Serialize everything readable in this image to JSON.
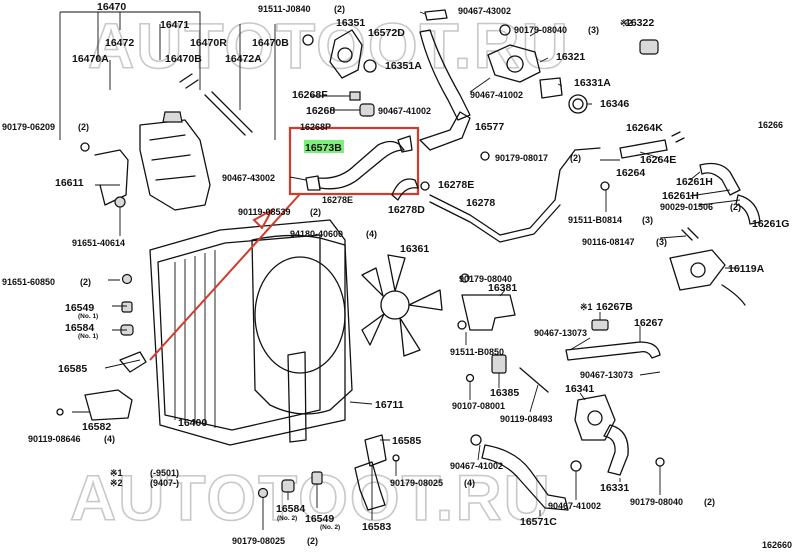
{
  "watermark": {
    "top": "AUTOTOOT.RU",
    "bottom": "AUTOTOOT.RU"
  },
  "highlight_color": "#7cf07a",
  "callout_color": "#d33a2c",
  "labels": {
    "l16470": "16470",
    "l16471": "16471",
    "l16472": "16472",
    "l16470A": "16470A",
    "l16470R": "16470R",
    "l16470B_top": "16470B",
    "l16470B": "16470B",
    "l16472A": "16472A",
    "l90179_06209": "90179-06209",
    "q2a": "(2)",
    "l16611": "16611",
    "l91651_40614": "91651-40614",
    "l91651_60850": "91651-60850",
    "q2b": "(2)",
    "l16549": "16549",
    "no1a": "(No. 1)",
    "l16584": "16584",
    "no1b": "(No. 1)",
    "l16585_left": "16585",
    "l16582": "16582",
    "l90119_08646": "90119-08646",
    "q4a": "(4)",
    "fn1": "※1",
    "fn1_range": "(-9501)",
    "fn2": "※2",
    "fn2_range": "(9407-)",
    "l91511_J0840": "91511-J0840",
    "q2c": "(2)",
    "l16351": "16351",
    "l16572D": "16572D",
    "l16351A": "16351A",
    "l16268F": "16268F",
    "l16268": "16268",
    "l16268P": "16268P",
    "l16573B": "16573B",
    "l90467_43002_mid": "90467-43002",
    "l16278E_small": "16278E",
    "l90119_08539": "90119-08539",
    "q2d": "(2)",
    "l94180_40600": "94180-40600",
    "q4b": "(4)",
    "l90467_43002_top": "90467-43002",
    "l90179_08040_top": "90179-08040",
    "q3a": "(3)",
    "l16321": "16321",
    "l90467_41002_top": "90467-41002",
    "l16331A": "16331A",
    "l90467_41002_mid": "90467-41002",
    "l16346": "16346",
    "l16577": "16577",
    "l90179_08017": "90179-08017",
    "q2e": "(2)",
    "l16278E": "16278E",
    "l16278D": "16278D",
    "l16278": "16278",
    "l16361": "16361",
    "l90179_08040_mid": "90179-08040",
    "l16381": "16381",
    "l91511_B0850": "91511-B0850",
    "l16385": "16385",
    "l90107_08001": "90107-08001",
    "l90119_08493": "90119-08493",
    "l16711": "16711",
    "l16400": "16400",
    "l16585_mid": "16585",
    "l90179_08025_mid": "90179-08025",
    "q4c": "(4)",
    "l16583": "16583",
    "l16584_b": "16584",
    "no2a": "(No. 2)",
    "l16549_b": "16549",
    "no2b": "(No. 2)",
    "l90179_08025_bot": "90179-08025",
    "q2f": "(2)",
    "l90467_41002_low": "90467-41002",
    "l90467_41002_bot": "90467-41002",
    "l16571C": "16571C",
    "l16322": "16322",
    "fn2_mark": "※2",
    "l16264K": "16264K",
    "l16264E": "16264E",
    "l16264": "16264",
    "l16261H_a": "16261H",
    "l16261H_b": "16261H",
    "l90029_01506": "90029-01506",
    "q2g": "(2)",
    "l91511_B0814": "91511-B0814",
    "q3b": "(3)",
    "l16261G": "16261G",
    "l90116_08147": "90116-08147",
    "q3c": "(3)",
    "l16119A": "16119A",
    "l16267B": "16267B",
    "fn1_mark": "※1",
    "l90467_13073_a": "90467-13073",
    "l16267": "16267",
    "l90467_13073_b": "90467-13073",
    "l16341": "16341",
    "l16331": "16331",
    "l90179_08040_bot": "90179-08040",
    "q2h": "(2)",
    "l16266": "16266",
    "l162660": "162660"
  }
}
